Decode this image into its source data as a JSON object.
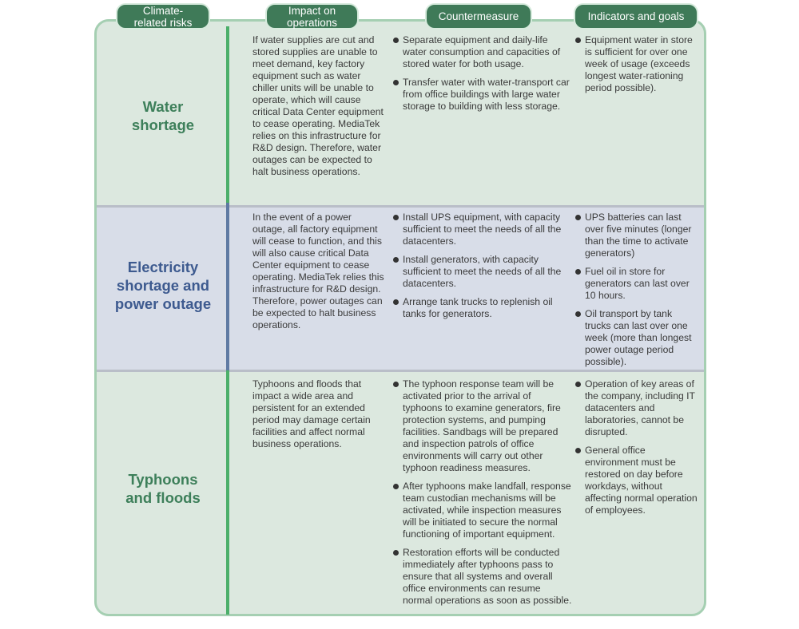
{
  "headers": {
    "risk": "Climate-\nrelated risks",
    "impact": "Impact on\noperations",
    "countermeasure": "Countermeasure",
    "indicators": "Indicators and goals"
  },
  "rows": [
    {
      "risk": "Water\nshortage",
      "impact": "If water supplies are cut and stored supplies are unable to meet demand, key factory equipment such as water chiller units will be unable to operate, which will cause critical Data Center equipment to cease operating. MediaTek relies on this infrastructure for R&D design. Therefore, water outages can be expected to halt business operations.",
      "countermeasures": [
        "Separate equipment and daily-life water consumption and capacities of stored water for both usage.",
        "Transfer water with water-transport car from office buildings with large water storage to building with less storage."
      ],
      "indicators": [
        "Equipment water in store is sufficient for over one week of usage (exceeds longest water-rationing period possible)."
      ]
    },
    {
      "risk": "Electricity\nshortage and\npower outage",
      "impact": "In the event of a power outage, all factory equipment will cease to function, and this will also cause critical Data Center equipment to cease operating. MediaTek relies this infrastructure for R&D design. Therefore, power outages can be expected to halt business operations.",
      "countermeasures": [
        "Install UPS equipment, with capacity sufficient to meet the needs of all the datacenters.",
        "Install generators, with capacity sufficient to meet the needs of all the datacenters.",
        "Arrange tank trucks to replenish oil tanks for generators."
      ],
      "indicators": [
        "UPS batteries can last over five minutes (longer than the time to activate generators)",
        "Fuel oil in store for generators can last over 10 hours.",
        "Oil transport by tank trucks can last over one week (more than longest power outage period possible)."
      ]
    },
    {
      "risk": "Typhoons\nand floods",
      "impact": "Typhoons and floods that impact a wide area and persistent for an extended period may damage certain facilities and affect normal business operations.",
      "countermeasures": [
        "The typhoon response team will be activated prior to the arrival of typhoons to examine generators, fire protection systems, and pumping facilities. Sandbags will be prepared and inspection patrols of office environments will carry out other typhoon readiness measures.",
        "After typhoons make landfall, response team custodian mechanisms will be activated, while inspection measures will be initiated to secure the normal functioning of important equipment.",
        "Restoration efforts will be conducted immediately after typhoons pass to ensure that all systems and overall office environments can resume normal operations as soon as possible."
      ],
      "indicators": [
        "Operation of key areas of the company, including IT datacenters and laboratories, cannot be disrupted.",
        "General office environment must be restored on day before workdays, without affecting normal operation of employees."
      ]
    }
  ],
  "colors": {
    "tab": "#3f7a58",
    "green_band": "#dce8df",
    "blue_band": "#d8dde8",
    "green_bar": "#4caf6a",
    "blue_bar": "#5f7aa3",
    "green_title": "#3d7f5a",
    "blue_title": "#3d5a8f"
  }
}
